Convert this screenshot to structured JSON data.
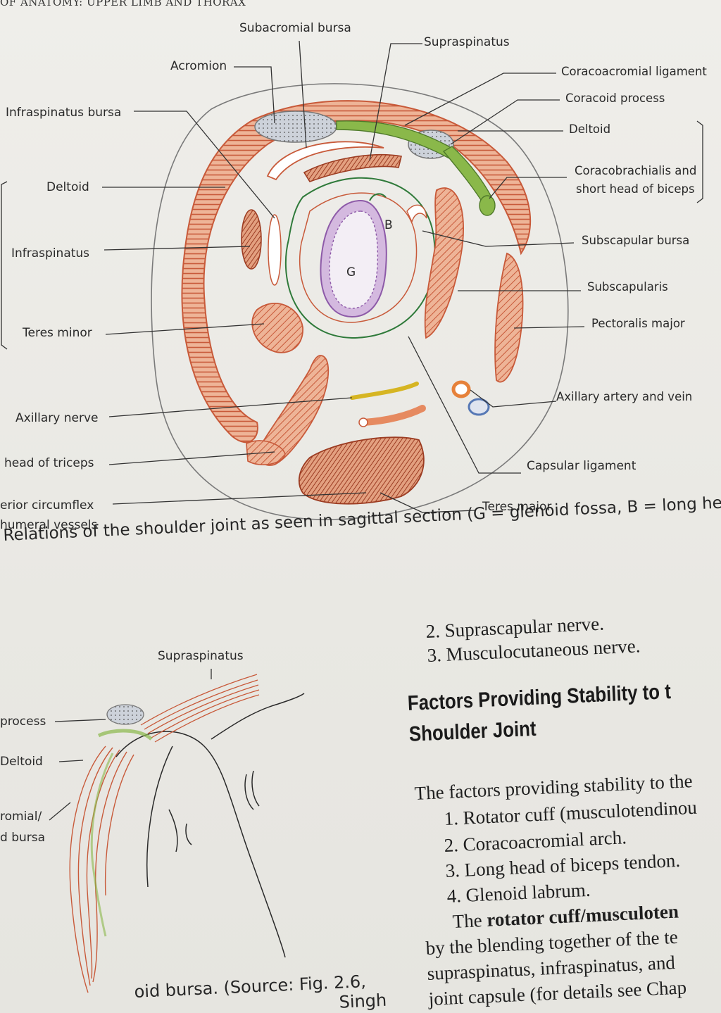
{
  "header": {
    "text": "OF ANATOMY: UPPER LIMB AND THORAX"
  },
  "figure1": {
    "labels": {
      "subacromial_bursa": "Subacromial bursa",
      "supraspinatus": "Supraspinatus",
      "acromion": "Acromion",
      "coracoacromial_ligament": "Coracoacromial ligament",
      "coracoid_process": "Coracoid process",
      "infraspinatus_bursa": "Infraspinatus bursa",
      "deltoid_right": "Deltoid",
      "deltoid_left": "Deltoid",
      "coracobrachialis_1": "Coracobrachialis and",
      "coracobrachialis_2": "short head of biceps",
      "infraspinatus": "Infraspinatus",
      "subscapular_bursa": "Subscapular bursa",
      "subscapularis": "Subscapularis",
      "teres_minor": "Teres minor",
      "pectoralis_major": "Pectoralis major",
      "axillary_artery_vein": "Axillary artery and vein",
      "axillary_nerve": "Axillary nerve",
      "head_of_triceps": "head of triceps",
      "capsular_ligament": "Capsular ligament",
      "circumflex_1": "erior circumflex",
      "circumflex_2": "humeral vessels",
      "teres_major": "Teres major",
      "g": "G",
      "b": "B"
    },
    "caption": "Relations of the shoulder joint as seen in sagittal section (G = glenoid fossa, B = long head"
  },
  "figure2": {
    "labels": {
      "supraspinatus": "Supraspinatus",
      "process": "process",
      "deltoid": "Deltoid",
      "romial": "romial/",
      "d_bursa": "d bursa"
    },
    "source": "oid bursa. (Source: Fig. 2.6,",
    "source_2": "Singh"
  },
  "text": {
    "list_top": [
      "2. Suprascapular nerve.",
      "3. Musculocutaneous nerve."
    ],
    "heading_1": "Factors Providing Stability to t",
    "heading_2": "Shoulder Joint",
    "para_1": "The factors providing stability to the",
    "list": [
      "1. Rotator cuff (musculotendinou",
      "2. Coracoacromial arch.",
      "3. Long head of biceps tendon.",
      "4. Glenoid labrum."
    ],
    "para_2a_pre": "The ",
    "para_2a_bold": "rotator cuff/musculoten",
    "para_2b": "by the blending together of the te",
    "para_2c": "supraspinatus, infraspinatus, and",
    "para_2d": "joint capsule (for details see Chap"
  },
  "colors": {
    "muscle": "#e8a98a",
    "muscle_line": "#c85a3a",
    "tendon": "#8ab84a",
    "bursa": "#c9cfd8",
    "capsule": "#2f7a3a",
    "labrum": "#b48ac8",
    "nerve": "#e0c43a"
  }
}
